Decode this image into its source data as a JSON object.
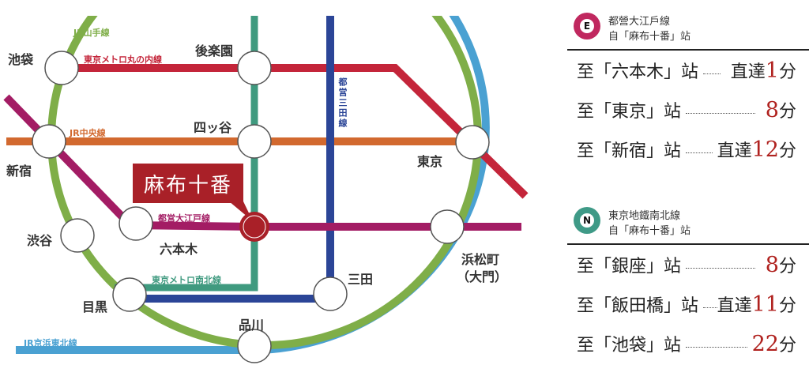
{
  "map": {
    "lines": {
      "yamanote": {
        "name": "JR山手線",
        "color": "#7fae48"
      },
      "marunouchi": {
        "name": "東京メトロ丸の内線",
        "color": "#c4253a"
      },
      "chuo": {
        "name": "JR中央線",
        "color": "#d2692f"
      },
      "mita": {
        "name": "都営三田線",
        "color": "#2b4597"
      },
      "oedo": {
        "name": "都営大江戸線",
        "color": "#a31c64"
      },
      "namboku": {
        "name": "東京メトロ南北線",
        "color": "#3f9a7f"
      },
      "keihin": {
        "name": "JR京浜東北線",
        "color": "#4aa1d2"
      }
    },
    "stations": {
      "ikebukuro": "池袋",
      "korakuen": "後楽園",
      "yotsuya": "四ッ谷",
      "shinjuku": "新宿",
      "tokyo": "東京",
      "shibuya": "渋谷",
      "roppongi": "六本木",
      "hamamatsucho": "浜松町",
      "daimon": "（大門）",
      "mita": "三田",
      "meguro": "目黒",
      "shinagawa": "品川"
    },
    "highlight": "麻布十番",
    "highlight_color": "#a92028"
  },
  "panels": [
    {
      "logo": "E",
      "logo_color": "#c0285f",
      "line": "都營大江戶線",
      "from": "自「麻布十番」站",
      "rows": [
        {
          "dest": "至「六本木」站",
          "direct": "直達",
          "minutes": "1",
          "unit": "分"
        },
        {
          "dest": "至「東京」站",
          "direct": "",
          "minutes": "8",
          "unit": "分"
        },
        {
          "dest": "至「新宿」站",
          "direct": "直達",
          "minutes": "12",
          "unit": "分"
        }
      ]
    },
    {
      "logo": "N",
      "logo_color": "#3f9a87",
      "line": "東京地鐵南北線",
      "from": "自「麻布十番」站",
      "rows": [
        {
          "dest": "至「銀座」站",
          "direct": "",
          "minutes": "8",
          "unit": "分"
        },
        {
          "dest": "至「飯田橋」站",
          "direct": "直達",
          "minutes": "11",
          "unit": "分"
        },
        {
          "dest": "至「池袋」站",
          "direct": "",
          "minutes": "22",
          "unit": "分"
        }
      ]
    }
  ]
}
